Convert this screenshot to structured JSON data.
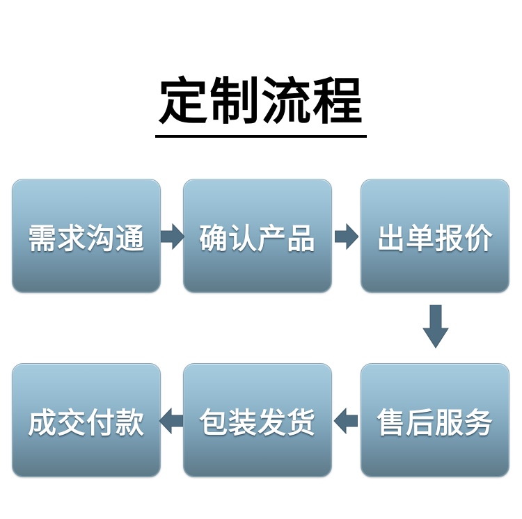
{
  "page": {
    "title": "定制流程",
    "background_color": "#ffffff"
  },
  "theme": {
    "box_gradient_top": "#a6cbde",
    "box_gradient_bottom": "#5d7a88",
    "box_border": "#8aa9b8",
    "box_text_color": "#ffffff",
    "arrow_color": "#4e6d80",
    "title_color": "#000000"
  },
  "flow": {
    "steps": [
      {
        "index": 1,
        "label": "需求沟通",
        "row": "top",
        "column": 1
      },
      {
        "index": 2,
        "label": "确认产品",
        "row": "top",
        "column": 2
      },
      {
        "index": 3,
        "label": "出单报价",
        "row": "top",
        "column": 3
      },
      {
        "index": 4,
        "label": "售后服务",
        "row": "bottom",
        "column": 3
      },
      {
        "index": 5,
        "label": "包装发货",
        "row": "bottom",
        "column": 2
      },
      {
        "index": 6,
        "label": "成交付款",
        "row": "bottom",
        "column": 1
      }
    ],
    "connectors": [
      {
        "icon": "arrow-right-icon",
        "direction": "right",
        "from": "需求沟通",
        "to": "确认产品"
      },
      {
        "icon": "arrow-right-icon",
        "direction": "right",
        "from": "确认产品",
        "to": "出单报价"
      },
      {
        "icon": "arrow-down-icon",
        "direction": "down",
        "from": "出单报价",
        "to": "售后服务"
      },
      {
        "icon": "arrow-left-icon",
        "direction": "left",
        "from": "售后服务",
        "to": "包装发货"
      },
      {
        "icon": "arrow-left-icon",
        "direction": "left",
        "from": "包装发货",
        "to": "成交付款"
      }
    ]
  }
}
